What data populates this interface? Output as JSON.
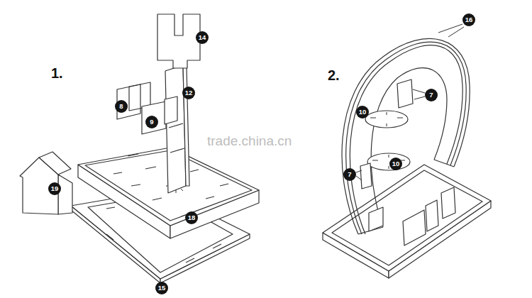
{
  "diagram": {
    "labels": [
      "1.",
      "14",
      "12",
      "8",
      "9",
      "19",
      "18",
      "15",
      "2.",
      "16",
      "7",
      "10",
      "10",
      "7",
      "trade.china.cn"
    ]
  }
}
